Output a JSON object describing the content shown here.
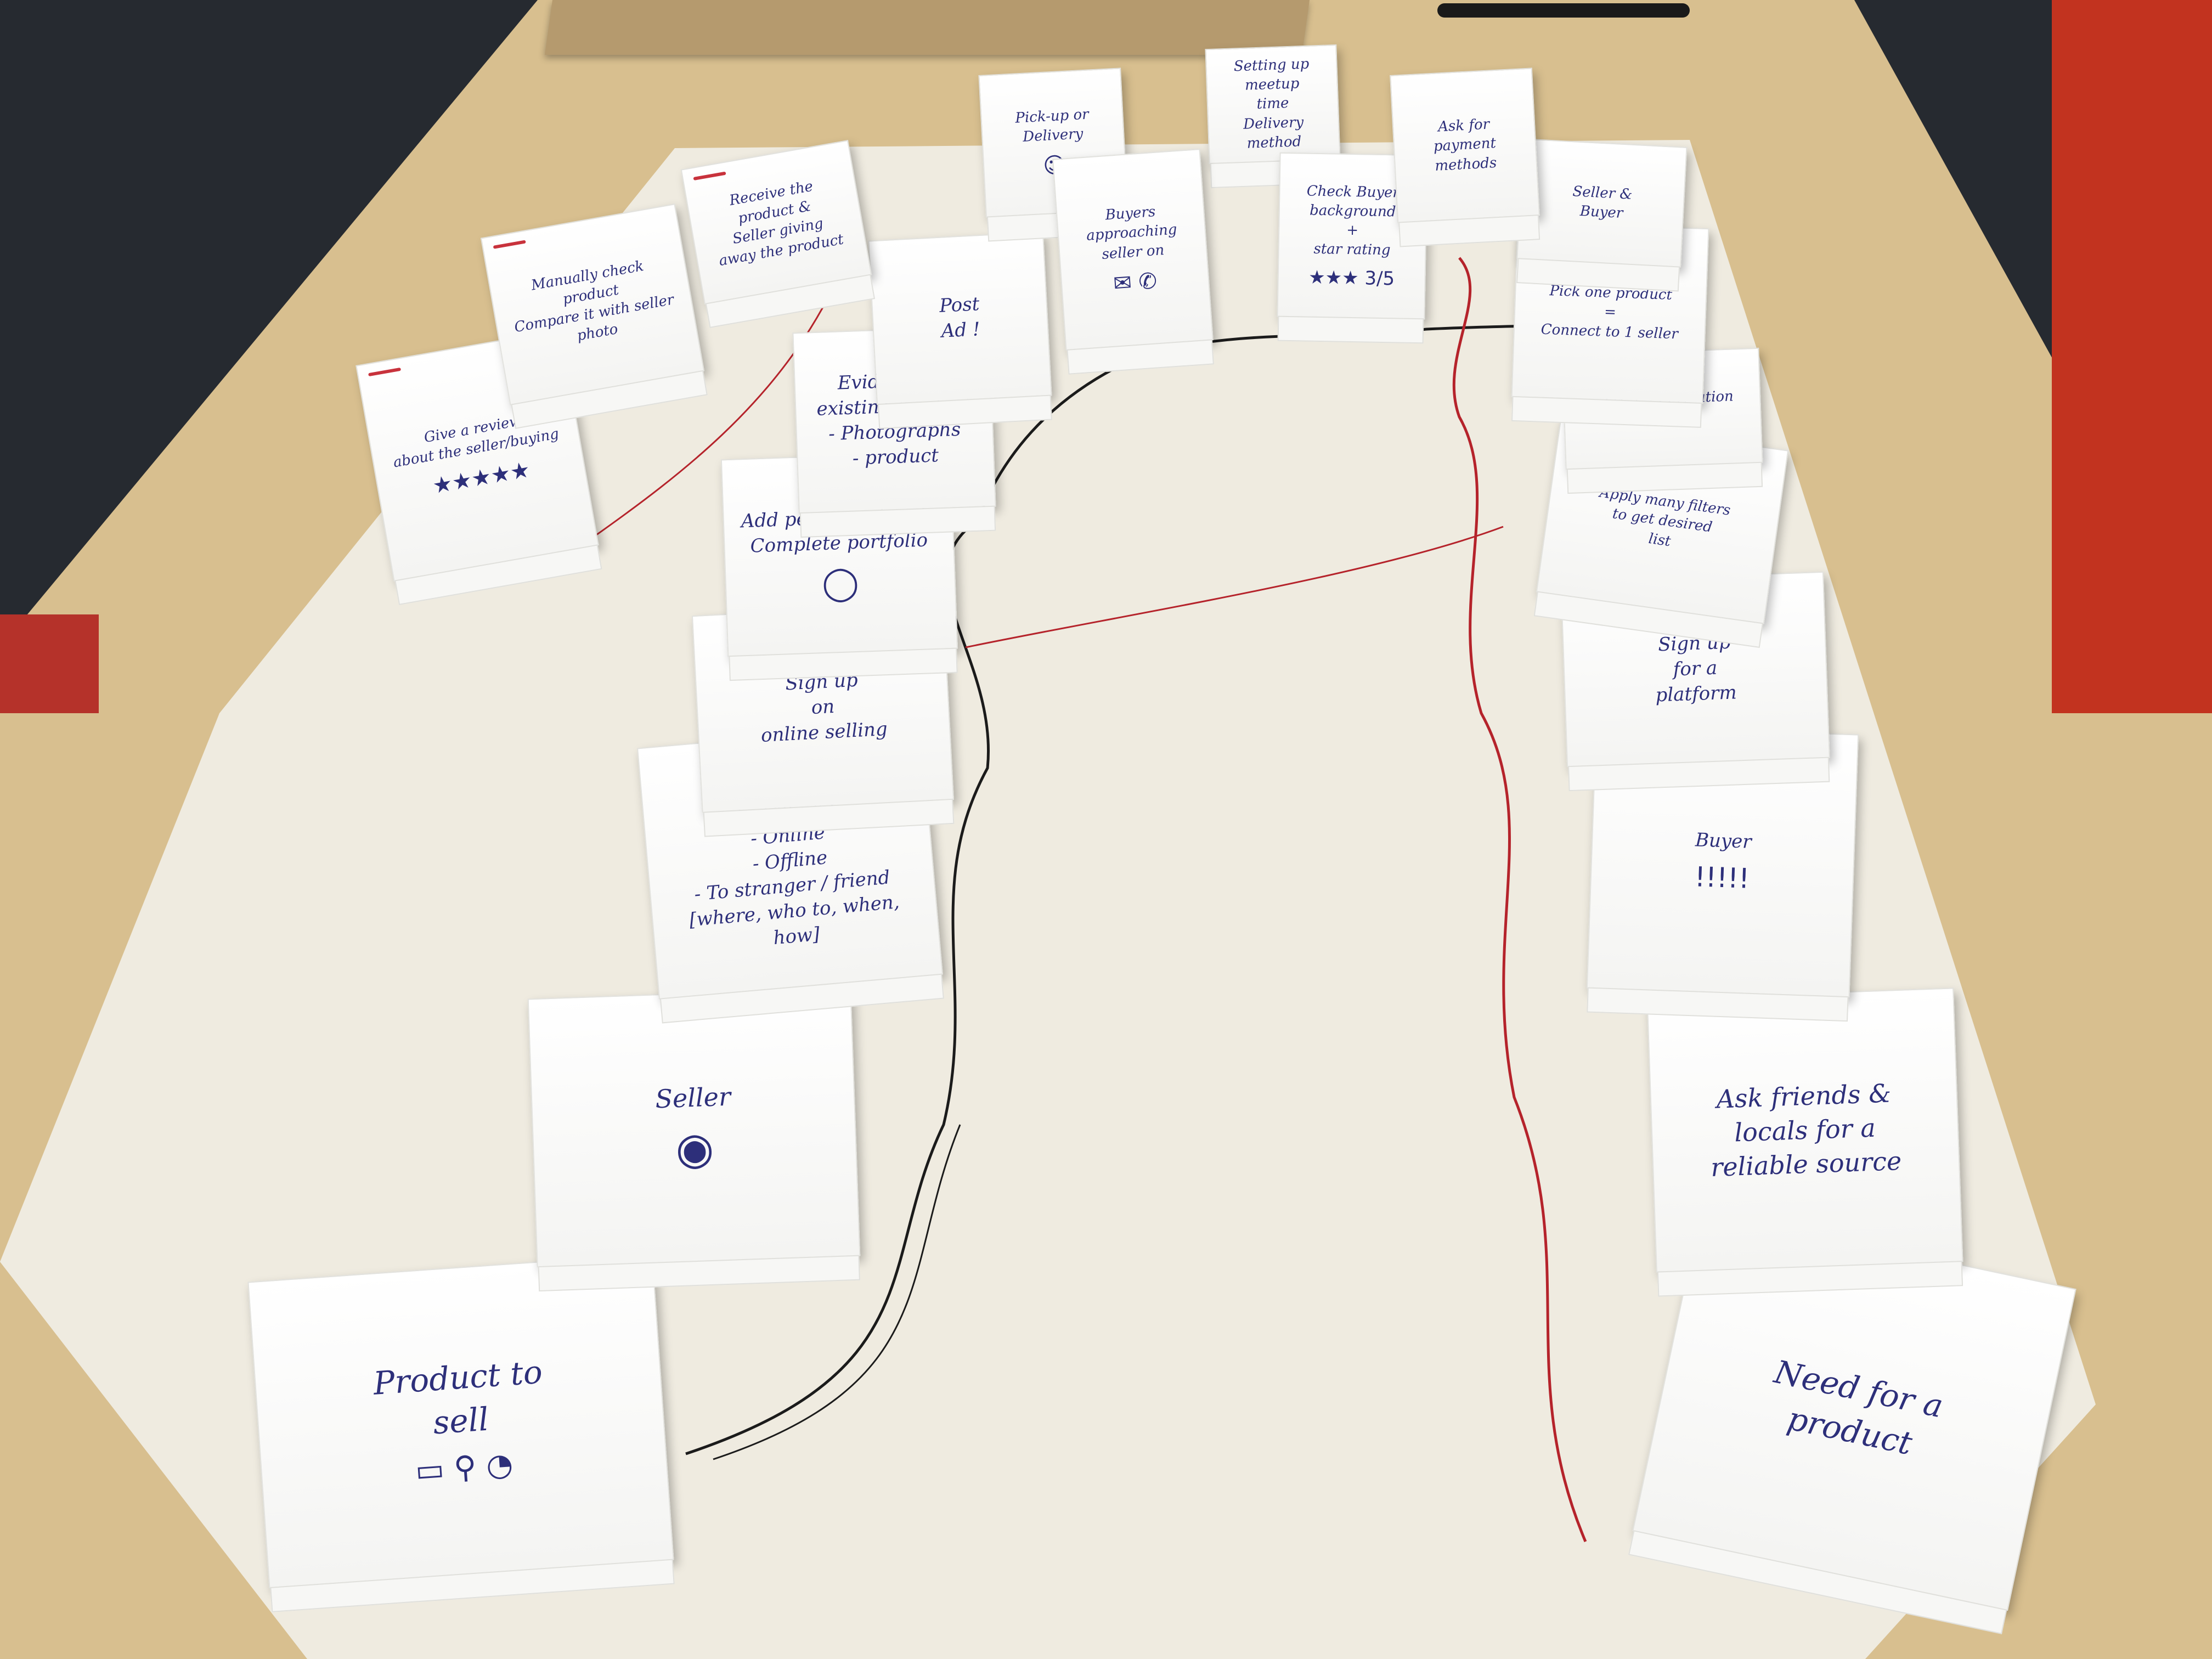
{
  "colors": {
    "table": "#d8bf8f",
    "paper": "#f1ede2",
    "pen_black": "#1b1b1b",
    "pen_red": "#b5232b",
    "ink_blue": "#2d2f7a"
  },
  "seller_cards": [
    {
      "text": "Product to\nsell",
      "doodle": "▭  ⚲  ◔"
    },
    {
      "text": "Seller",
      "doodle": "◉"
    },
    {
      "text": "Deciding where\nto sell on :\n- Online\n- Offline\n- To stranger / friend\n[where, who to, when, how]",
      "doodle": ""
    },
    {
      "text": "Sign up\non\nonline selling",
      "doodle": ""
    },
    {
      "text": "Add personal details\nComplete portfolio",
      "doodle": "◯"
    },
    {
      "text": "Evidence of\nexisting product\n- Photographs\n- product",
      "doodle": ""
    },
    {
      "text": "Post\nAd !",
      "doodle": ""
    },
    {
      "text": "Give a review\nabout the seller/buying",
      "doodle": "★★★★★"
    },
    {
      "text": "Manually check\nproduct\nCompare it with seller\nphoto",
      "doodle": ""
    },
    {
      "text": "Receive the\nproduct &\nSeller giving\naway the product",
      "doodle": ""
    },
    {
      "text": "Pick-up or\nDelivery",
      "doodle": "☺"
    },
    {
      "text": "Setting up meetup\ntime\nDelivery method",
      "doodle": ""
    },
    {
      "text": "Buyers\napproaching\nseller on",
      "doodle": "✉ ✆"
    }
  ],
  "buyer_cards": [
    {
      "text": "Need for a\nproduct",
      "doodle": ""
    },
    {
      "text": "Ask friends &\nlocals for a\nreliable source",
      "doodle": ""
    },
    {
      "text": "Buyer",
      "doodle": "!!!!!"
    },
    {
      "text": "Sign up\nfor a\nplatform",
      "doodle": ""
    },
    {
      "text": "Apply many filters\nto get desired\nlist",
      "doodle": ""
    },
    {
      "text": "Look at information\nProduct",
      "doodle": ""
    },
    {
      "text": "Pick one product\n=\nConnect to 1 seller",
      "doodle": ""
    },
    {
      "text": "Seller &\nBuyer",
      "doodle": ""
    },
    {
      "text": "Check Buyer\nbackground\n+\nstar rating",
      "doodle": "★★★ 3/5"
    },
    {
      "text": "Ask for payment\nmethods",
      "doodle": ""
    }
  ]
}
